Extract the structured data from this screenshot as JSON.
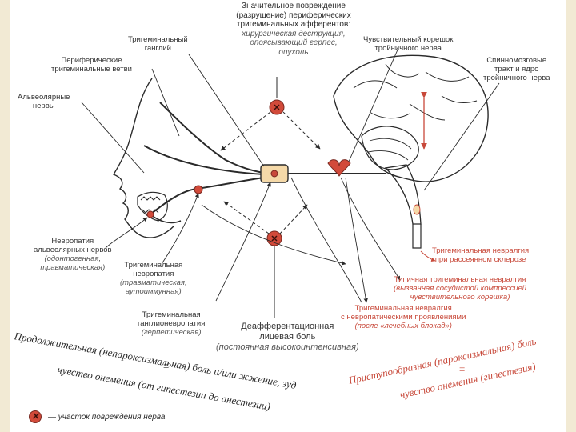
{
  "title": {
    "line1": "Значительное повреждение",
    "line2": "(разрушение) периферических",
    "line3": "тригеминальных афферентов:",
    "italic1": "хирургическая деструкция,",
    "italic2": "опоясывающий герпес,",
    "italic3": "опухоль"
  },
  "labels": {
    "trig_ganglion": [
      "Тригеминальный",
      "ганглий"
    ],
    "peripheral_branches": [
      "Периферические",
      "тригеминальные ветви"
    ],
    "alveolar_nerves": [
      "Альвеолярные",
      "нервы"
    ],
    "sensory_root": [
      "Чувствительный корешок",
      "тройничного нерва"
    ],
    "spinal_tract": [
      "Спинномозговые",
      "тракт и ядро",
      "тройничного нерва"
    ],
    "neuropathy_alveolar": [
      "Невропатия",
      "альвеолярных нервов"
    ],
    "neuropathy_alveolar_it": [
      "(одонтогенная,",
      "травматическая)"
    ],
    "trig_neuropathy": [
      "Тригеминальная",
      "невропатия"
    ],
    "trig_neuropathy_it": [
      "(травматическая,",
      "аутоиммунная)"
    ],
    "ganglioneuropathy": [
      "Тригеминальная",
      "ганглионевропатия"
    ],
    "ganglioneuropathy_it": [
      "(герпетическая)"
    ],
    "deafferentation": [
      "Деафферентационная",
      "лицевая боль"
    ],
    "deafferentation_it": [
      "(постоянная высокоинтенсивная)"
    ],
    "neuralgia_ms": [
      "Тригеминальная невралгия",
      "при рассеянном склерозе"
    ],
    "typical_neuralgia": [
      "Типичная тригеминальная невралгия"
    ],
    "typical_neuralgia_it": [
      "(вызванная сосудистой компрессией",
      "чувствительного корешка)"
    ],
    "neuralgia_neuropathic": [
      "Тригеминальная невралгия",
      "с невропатическими проявлениями"
    ],
    "neuralgia_neuropathic_it": [
      "(после «лечебных блокад»)"
    ]
  },
  "bottom_left": {
    "line1": "Продолжительная (непароксизмальная) боль и/или жжение, зуд",
    "plus": "±",
    "line2": "чувство онемения (от гипестезии до анестезии)"
  },
  "bottom_right": {
    "line1": "Приступообразная (пароксизмальная) боль",
    "plus": "±",
    "line2": "чувство онемения (гипестезия)"
  },
  "legend": {
    "symbol": "✕",
    "text": "— участок повреждения нерва"
  },
  "colors": {
    "accent": "#c8493a",
    "ganglion_fill": "#f5d9a8",
    "line": "#2a2a2a"
  }
}
